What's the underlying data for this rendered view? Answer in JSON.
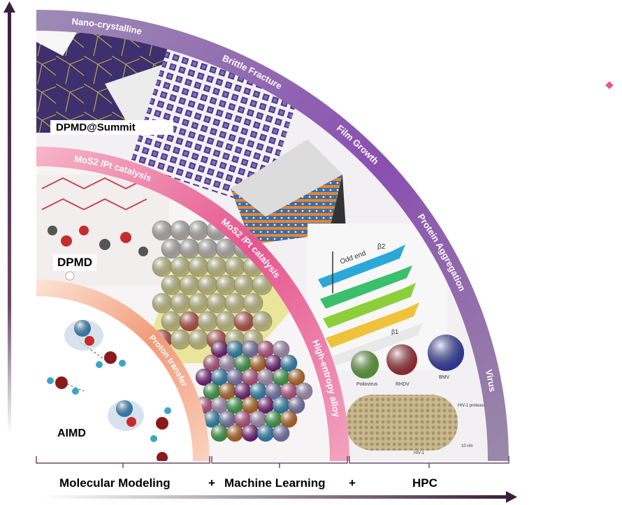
{
  "arc_labels": {
    "outer": [
      "Nano-crystalline",
      "Brittle Fracture",
      "Film Growth",
      "Protein Aggregation",
      "Virus"
    ],
    "middle": [
      "MoS2 /Pt catalysis",
      "MoS2 /Pt catalysis",
      "High-entropy alloy"
    ],
    "inner": [
      "Proton transfer"
    ]
  },
  "method_labels": {
    "dpmd_summit": "DPMD@Summit",
    "dpmd": "DPMD",
    "aimd": "AIMD"
  },
  "axis_labels": {
    "x1": "Molecular Modeling",
    "plus1": "+",
    "x2": "Machine Learning",
    "plus2": "+",
    "x3": "HPC"
  },
  "panel_captions": [
    "Odd end",
    "β2",
    "β1",
    "Poliovirus",
    "RHDV",
    "BMV",
    "HIV-1 protease",
    "HIV-1",
    "10 nm"
  ],
  "colors": {
    "outer_band": "#8b4aa8",
    "outer_band_light": "#a77cb5",
    "middle_band": "#e8558a",
    "middle_band_light": "#f2a6c1",
    "inner_band": "#ef8760",
    "inner_band_light": "#fbd2bd",
    "axis": "#3a1e3a",
    "diamond": "#e8558a"
  }
}
